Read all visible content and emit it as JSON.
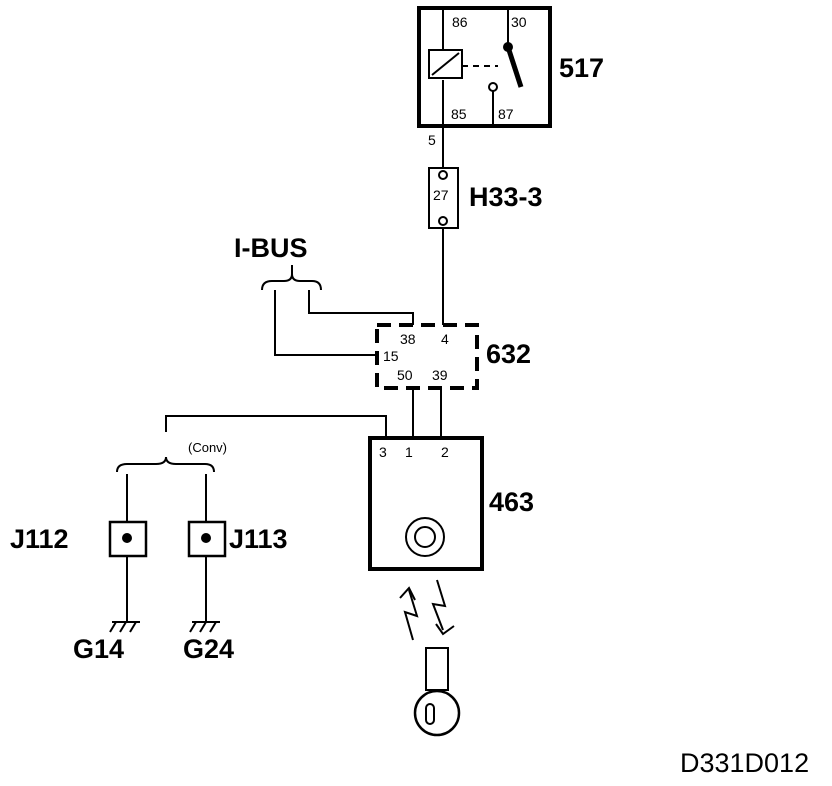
{
  "relay": {
    "id": "517",
    "pins": {
      "p86": "86",
      "p30": "30",
      "p85": "85",
      "p87": "87"
    },
    "wire_out": "5"
  },
  "fuse": {
    "id": "H33-3",
    "number": "27"
  },
  "bus": {
    "label": "I-BUS"
  },
  "module632": {
    "id": "632",
    "pins": {
      "p38": "38",
      "p4": "4",
      "p15": "15",
      "p50": "50",
      "p39": "39"
    }
  },
  "module463": {
    "id": "463",
    "pins": {
      "p3": "3",
      "p1": "1",
      "p2": "2"
    }
  },
  "conv": {
    "label": "(Conv)"
  },
  "connectors": {
    "j112": "J112",
    "j113": "J113"
  },
  "grounds": {
    "g14": "G14",
    "g24": "G24"
  },
  "figure_code": "D331D012"
}
